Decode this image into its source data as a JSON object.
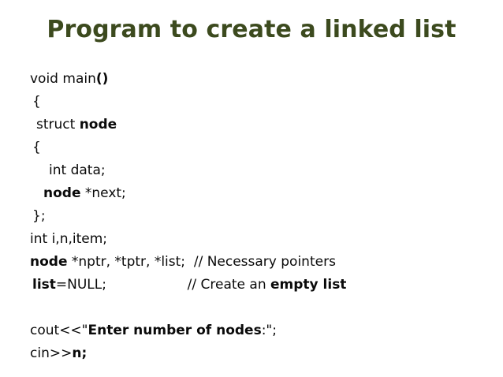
{
  "slide": {
    "title": "Program to create a linked list",
    "title_color": "#3c4a1e",
    "background_color": "#ffffff",
    "text_color": "#0a0a0a"
  },
  "code": {
    "lines": [
      {
        "id": "line-void-main",
        "indent": "ind-0",
        "segments": [
          {
            "text": "void main",
            "bold": false
          },
          {
            "text": "()",
            "bold": true
          }
        ]
      },
      {
        "id": "line-open-brace-main",
        "indent": "ind-1",
        "segments": [
          {
            "text": "{",
            "bold": false
          }
        ]
      },
      {
        "id": "line-struct-node",
        "indent": "ind-2",
        "segments": [
          {
            "text": "struct ",
            "bold": false
          },
          {
            "text": "node",
            "bold": true
          }
        ]
      },
      {
        "id": "line-open-brace-struct",
        "indent": "ind-1",
        "segments": [
          {
            "text": "{",
            "bold": false
          }
        ]
      },
      {
        "id": "line-int-data",
        "indent": "ind-3",
        "segments": [
          {
            "text": "int data;",
            "bold": false
          }
        ]
      },
      {
        "id": "line-node-next",
        "indent": "ind-4",
        "segments": [
          {
            "text": "node",
            "bold": true
          },
          {
            "text": " *next;",
            "bold": false
          }
        ]
      },
      {
        "id": "line-close-brace-struct",
        "indent": "ind-1",
        "segments": [
          {
            "text": "};",
            "bold": false
          }
        ]
      },
      {
        "id": "line-int-i-n-item",
        "indent": "ind-0",
        "segments": [
          {
            "text": "int i,n,item;",
            "bold": false
          }
        ]
      },
      {
        "id": "line-node-pointers",
        "indent": "ind-0",
        "segments": [
          {
            "text": "node",
            "bold": true
          },
          {
            "text": " *nptr, *tptr, *list;  // Necessary pointers",
            "bold": false
          }
        ]
      },
      {
        "id": "line-list-null",
        "indent": "ind-1",
        "segments": [
          {
            "text": "list",
            "bold": true
          },
          {
            "text": "=NULL;                   // Create an ",
            "bold": false
          },
          {
            "text": "empty list",
            "bold": true
          }
        ]
      },
      {
        "id": "line-blank",
        "indent": "ind-0",
        "segments": []
      },
      {
        "id": "line-cout-prompt",
        "indent": "ind-0",
        "segments": [
          {
            "text": "cout<<\"",
            "bold": false
          },
          {
            "text": "Enter number of nodes",
            "bold": true
          },
          {
            "text": ":\";",
            "bold": false
          }
        ]
      },
      {
        "id": "line-cin-n",
        "indent": "ind-0",
        "segments": [
          {
            "text": "cin>>",
            "bold": false
          },
          {
            "text": "n;",
            "bold": true
          }
        ]
      }
    ]
  }
}
